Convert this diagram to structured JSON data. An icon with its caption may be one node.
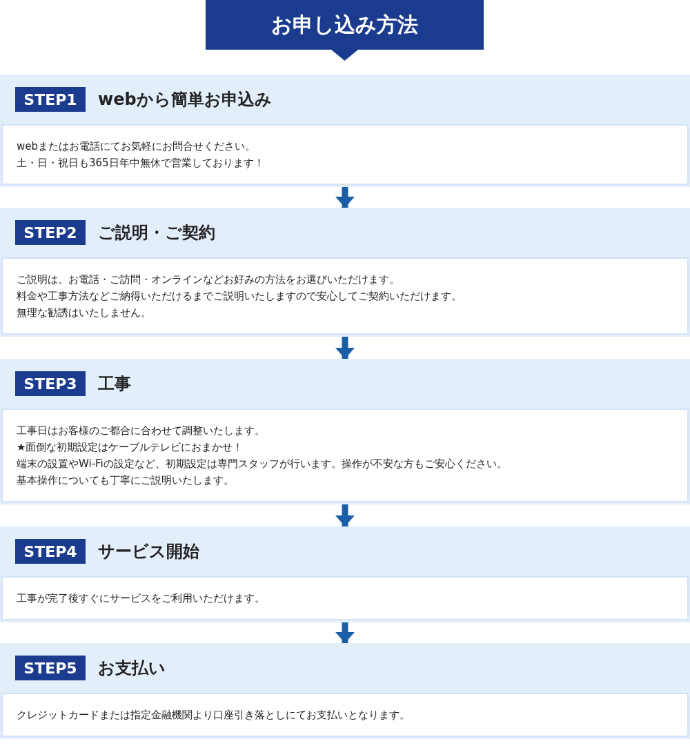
{
  "diagram": {
    "title": "お申し込み方法",
    "nodes": [
      {
        "text": [
          "STEP1",
          "webから簡単お申込み"
        ]
      },
      {
        "text": [
          "webまたはお電話にてお気軽にお問合せください。",
          "土・日・祝日も365日年中無休で営業しております！"
        ],
        "in": 0
      },
      {
        "text": [
          "STEP2",
          "ご説明・ご契約"
        ]
      },
      {
        "text": [
          "ご説明は、お電話・ご訪問・オンラインなどお好みの方法をお選びいただけます。",
          "料金や工事方法などご納得いただけるまでご説明いたしますので安心してご契約いただけます。",
          "無理な勧誘はいたしません。"
        ],
        "in": 2
      },
      {
        "text": [
          "STEP3",
          "工事"
        ]
      },
      {
        "text": [
          "工事日はお客様のご都合に合わせて調整いたします。",
          "★面倒な初期設定はケーブルテレビにおまかせ！",
          "端末の設置やWi-Fiの設定など、初期設定は専門スタッフが行います。操作が不安な方もご安心ください。",
          "基本操作についても丁寧にご説明いたします。"
        ],
        "in": 4
      },
      {
        "text": [
          "STEP4",
          "サービス開始"
        ]
      },
      {
        "text": [
          "工事が完了後すぐにサービスをご利用いただけます。"
        ],
        "in": 6
      },
      {
        "text": [
          "STEP5",
          "お支払い"
        ]
      },
      {
        "text": [
          "クレジットカードまたは指定金融機関より口座引き落としにてお支払いとなります。"
        ],
        "in": 8
      }
    ],
    "edges": [
      {
        "from": 0,
        "to": 2,
        "arrow": "to"
      },
      {
        "from": 2,
        "to": 4,
        "arrow": "to"
      },
      {
        "from": 4,
        "to": 6,
        "arrow": "to"
      },
      {
        "from": 6,
        "to": 8,
        "arrow": "to"
      }
    ]
  }
}
